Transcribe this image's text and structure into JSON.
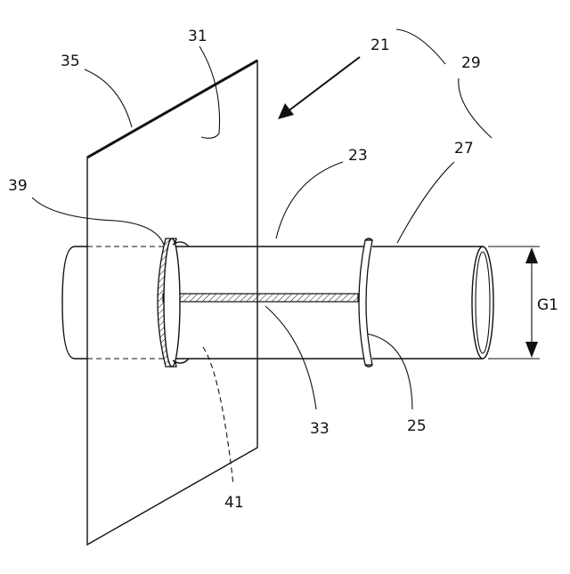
{
  "labels": {
    "ref_21": "21",
    "ref_23": "23",
    "ref_25": "25",
    "ref_27": "27",
    "ref_29": "29",
    "ref_31": "31",
    "ref_33": "33",
    "ref_35": "35",
    "ref_39": "39",
    "ref_41": "41",
    "dim_g1": "G1"
  }
}
